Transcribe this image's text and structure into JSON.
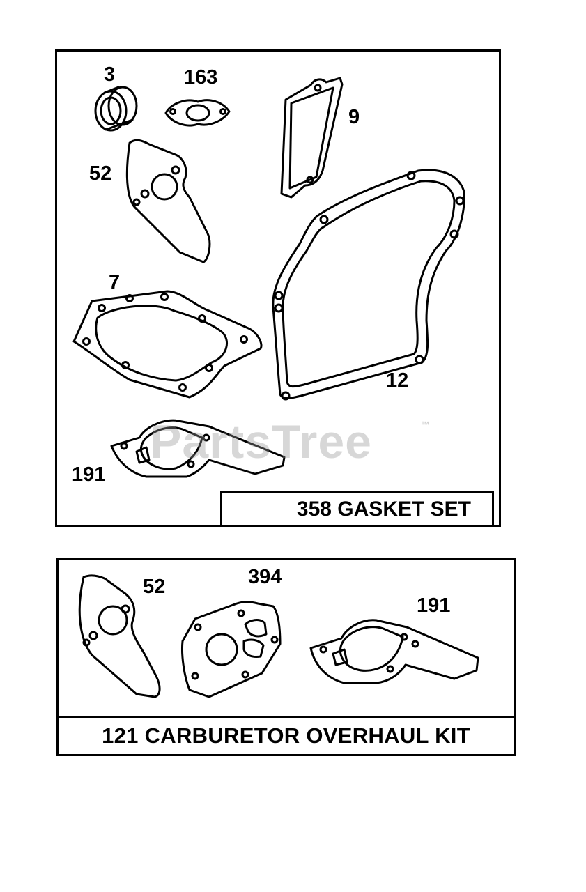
{
  "gasket_set": {
    "caption": "358 GASKET SET",
    "callouts": {
      "oil_seal": "3",
      "exhaust_gasket": "163",
      "valve_cover_gasket": "9",
      "intake_gasket": "52",
      "cylinder_head_gasket": "7",
      "crankcase_gasket": "12",
      "carburetor_gasket": "191"
    }
  },
  "carburetor_kit": {
    "caption": "121 CARBURETOR OVERHAUL KIT",
    "callouts": {
      "intake_gasket": "52",
      "diaphragm_gasket": "394",
      "carburetor_gasket": "191"
    }
  },
  "watermark": {
    "text": "PartsTree",
    "trademark": "™"
  }
}
